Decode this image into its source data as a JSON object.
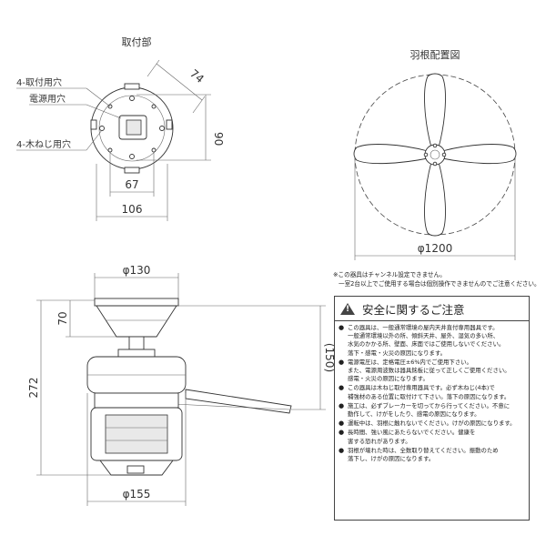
{
  "labels": {
    "mount_title": "取付部",
    "blade_title": "羽根配置図",
    "mounting_holes": "4-取付用穴",
    "power_hole": "電源用穴",
    "wood_screw_holes": "4-木ねじ用穴"
  },
  "dimensions": {
    "d74": "74",
    "d90": "90",
    "d67": "67",
    "d106": "106",
    "dia1200": "φ1200",
    "dia130": "φ130",
    "d70": "70",
    "d272": "272",
    "d150": "(150)",
    "dia155": "φ155"
  },
  "top_notes": [
    "※この器具はチャンネル設定できません。",
    "一室2台以上でご使用する場合は個別操作できませんのでご注意ください。"
  ],
  "safety": {
    "title": "安全に関するご注意",
    "items": [
      {
        "bullet": "●",
        "text": "この器具は、一般通常環境の屋内天井直付専用器具です。\n一般通常環境以外の所、傾斜天井、屋外、湿気の多い所、\n水気のかかる所、壁面、床面ではご使用しないでください。\n落下・感電・火災の原因になります。"
      },
      {
        "bullet": "●",
        "text": "電源電圧は、定格電圧±6%内でご使用下さい。\nまた、電源周波数は器具銘板に従って正しくご使用ください。\n感電・火災の原因になります。"
      },
      {
        "bullet": "●",
        "text": "この器具は木ねじ取付専用器具です。必ず木ねじ(4本)で\n補強材のある位置に取付けて下さい。落下の原因になります。"
      },
      {
        "bullet": "●",
        "text": "施工は、必ずブレーカーを切ってから行ってください。不意に\n動作して、けがをしたり、感電の原因になります。"
      },
      {
        "bullet": "●",
        "text": "運転中は、羽根に触れないでください。けがの原因になります。"
      },
      {
        "bullet": "●",
        "text": "長時間、強い風にあたらないでください。健康を\n害する恐れがあります。"
      },
      {
        "bullet": "●",
        "text": "羽根が壊れた時は、全数取り替えてください。振動のため\n落下し、けがの原因になります。"
      }
    ]
  }
}
